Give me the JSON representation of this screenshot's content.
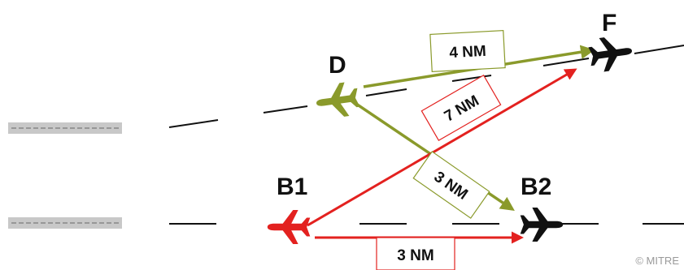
{
  "aircraft": {
    "d": {
      "label": "D",
      "color": "#8a9a2b",
      "icon": "airplane-icon"
    },
    "f": {
      "label": "F",
      "color": "#111111",
      "icon": "airplane-icon"
    },
    "b1": {
      "label": "B1",
      "color": "#e3211f",
      "icon": "airplane-icon"
    },
    "b2": {
      "label": "B2",
      "color": "#111111",
      "icon": "airplane-icon"
    }
  },
  "distances": {
    "d_to_f": "4 NM",
    "b1_to_f": "7 NM",
    "d_to_b2": "3 NM",
    "b1_to_b2": "3 NM"
  },
  "colors": {
    "olive": "#8a9a2b",
    "red": "#e3211f",
    "black": "#111111",
    "runway": "#c8c8c8"
  },
  "credit": "© MITRE"
}
